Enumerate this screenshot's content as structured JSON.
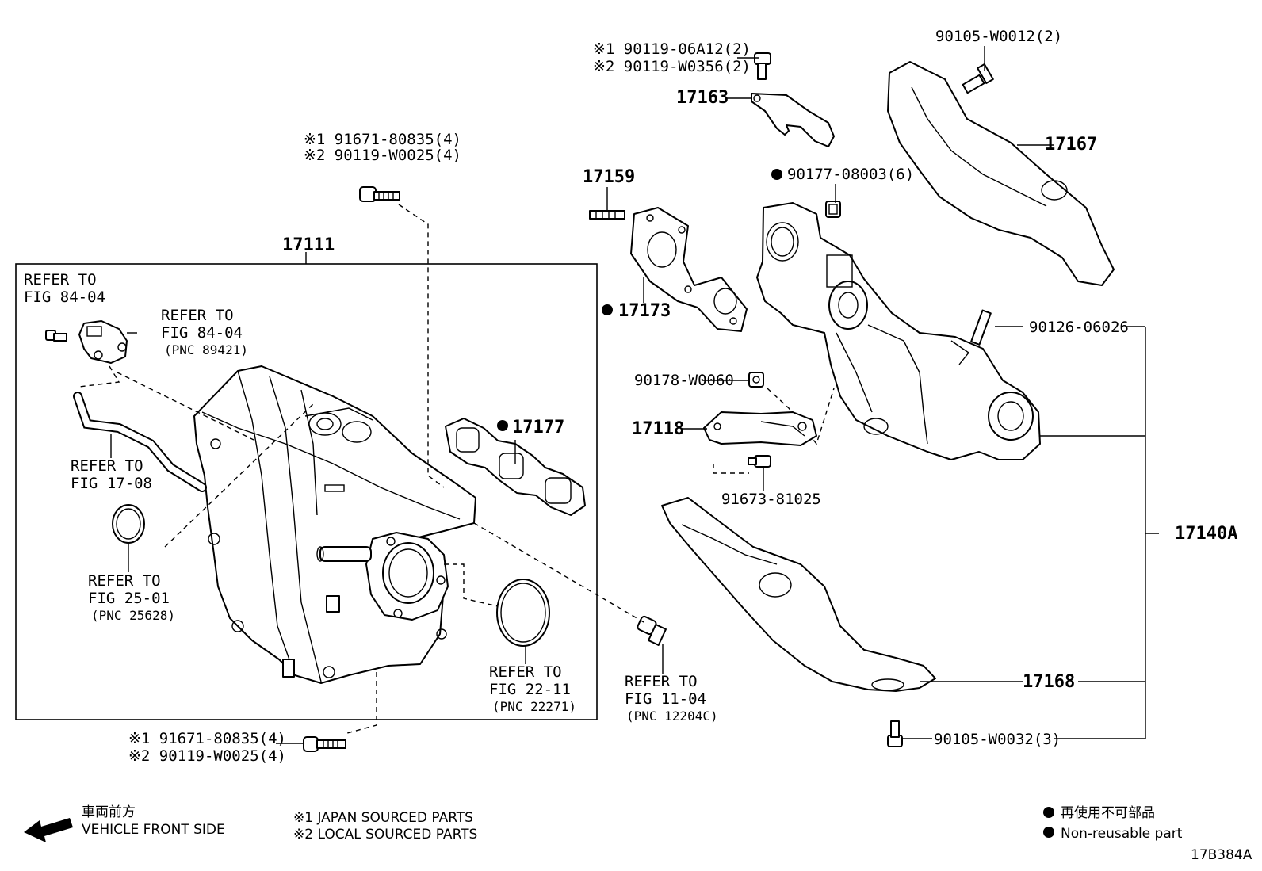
{
  "labels": {
    "bolt_top_1": "※1 90119-06A12(2)",
    "bolt_top_2": "※2 90119-W0356(2)",
    "bolt_shield_top": "90105-W0012(2)",
    "p17163": "17163",
    "p17167": "17167",
    "p17159": "17159",
    "nut_08003": "90177-08003(6)",
    "bolt_mid_1": "※1 91671-80835(4)",
    "bolt_mid_2": "※2 90119-W0025(4)",
    "p17111": "17111",
    "p17173": "17173",
    "stud_06026": "90126-06026",
    "refer_a_1": "REFER TO",
    "refer_a_2": "FIG 84-04",
    "refer_b_1": "REFER TO",
    "refer_b_2": "FIG 84-04",
    "refer_b_3": "(PNC 89421)",
    "nut_w0060": "90178-W0060",
    "p17177": "17177",
    "p17118": "17118",
    "refer_c_1": "REFER TO",
    "refer_c_2": "FIG 17-08",
    "bolt_81025": "91673-81025",
    "p17140a": "17140A",
    "refer_d_1": "REFER TO",
    "refer_d_2": "FIG 25-01",
    "refer_d_3": "(PNC 25628)",
    "refer_e_1": "REFER TO",
    "refer_e_2": "FIG 22-11",
    "refer_e_3": "(PNC 22271)",
    "refer_f_1": "REFER TO",
    "refer_f_2": "FIG 11-04",
    "refer_f_3": "(PNC 12204C)",
    "p17168": "17168",
    "bolt_w0032": "90105-W0032(3)",
    "bolt_bot_1": "※1 91671-80835(4)",
    "bolt_bot_2": "※2 90119-W0025(4)"
  },
  "legend": {
    "front_jp": "車両前方",
    "front_en": "VEHICLE FRONT SIDE",
    "src1": "※1  JAPAN SOURCED PARTS",
    "src2": "※2  LOCAL SOURCED PARTS",
    "nonreuse_jp": "再使用不可部品",
    "nonreuse_en": "Non-reusable part"
  },
  "figure_id": "17B384A"
}
